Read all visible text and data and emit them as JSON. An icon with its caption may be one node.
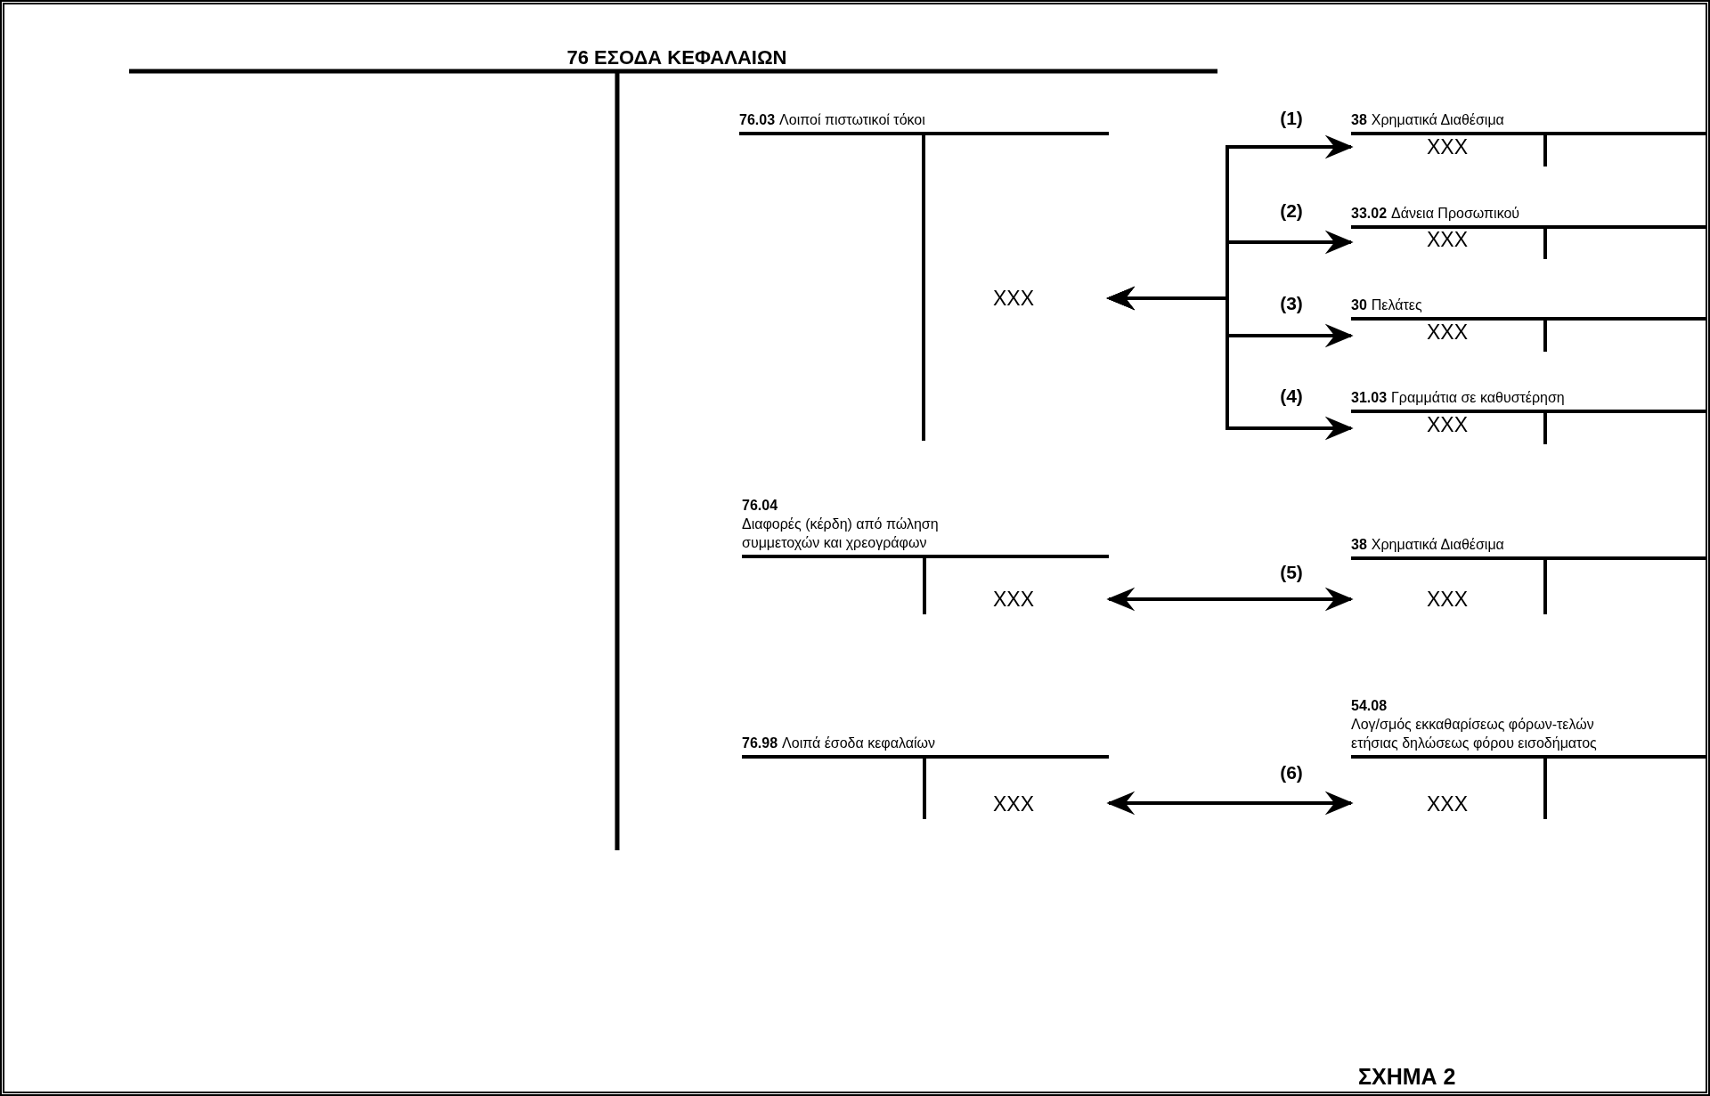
{
  "diagram": {
    "caption": "ΣΧΗΜΑ 2",
    "nodes": [
      {
        "text": [
          "76 ΕΣΟΔΑ ΚΕΦΑΛΑΙΩΝ"
        ]
      },
      {
        "text": [
          "76.03",
          "Λοιποί πιστωτικοί τόκοι",
          "XXX"
        ],
        "in": 0
      },
      {
        "text": [
          "38",
          "Χρηματικά Διαθέσιμα",
          "XXX"
        ]
      },
      {
        "text": [
          "33.02",
          "Δάνεια Προσωπικού",
          "XXX"
        ]
      },
      {
        "text": [
          "30",
          "Πελάτες",
          "XXX"
        ]
      },
      {
        "text": [
          "31.03",
          "Γραμμάτια σε καθυστέρηση",
          "XXX"
        ]
      },
      {
        "text": [
          "76.04",
          "Διαφορές (κέρδη) από πώληση συμμετοχών και χρεογράφων",
          "XXX"
        ],
        "in": 0
      },
      {
        "text": [
          "38",
          "Χρηματικά Διαθέσιμα",
          "XXX"
        ]
      },
      {
        "text": [
          "76.98",
          "Λοιπά έσοδα κεφαλαίων",
          "XXX"
        ],
        "in": 0
      },
      {
        "text": [
          "54.08",
          "Λογ/σμός εκκαθαρίσεως φόρων-τελών ετήσιας δηλώσεως φόρου εισοδήματος",
          "XXX"
        ]
      }
    ],
    "edges": [
      {
        "from": 1,
        "to": 2,
        "arrow": "both",
        "label": "(1)"
      },
      {
        "from": 1,
        "to": 3,
        "arrow": "both",
        "label": "(2)"
      },
      {
        "from": 1,
        "to": 4,
        "arrow": "both",
        "label": "(3)"
      },
      {
        "from": 1,
        "to": 5,
        "arrow": "both",
        "label": "(4)"
      },
      {
        "from": 6,
        "to": 7,
        "arrow": "both",
        "label": "(5)"
      },
      {
        "from": 8,
        "to": 9,
        "arrow": "both",
        "label": "(6)"
      }
    ]
  }
}
